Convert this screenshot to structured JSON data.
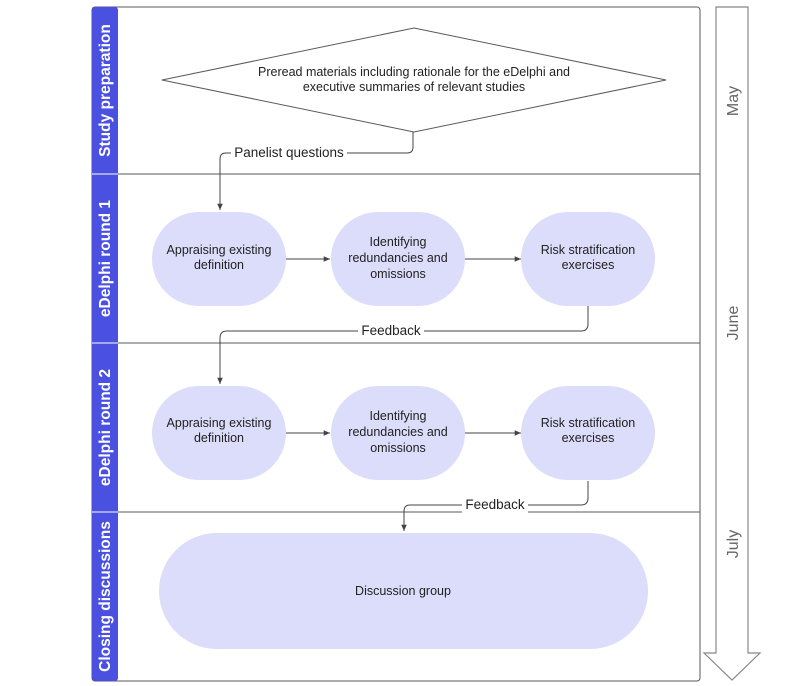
{
  "lanes": [
    {
      "label": "Study preparation"
    },
    {
      "label": "eDelphi round 1"
    },
    {
      "label": "eDelphi round 2"
    },
    {
      "label": "Closing discussions"
    }
  ],
  "nodes": {
    "preread": [
      "Preread materials including rationale for the eDelphi and",
      "executive summaries of relevant studies"
    ],
    "r1_appraise": [
      "Appraising existing",
      "definition"
    ],
    "r1_identify": [
      "Identifying",
      "redundancies and",
      "omissions"
    ],
    "r1_risk": [
      "Risk stratification",
      "exercises"
    ],
    "r2_appraise": [
      "Appraising existing",
      "definition"
    ],
    "r2_identify": [
      "Identifying",
      "redundancies and",
      "omissions"
    ],
    "r2_risk": [
      "Risk stratification",
      "exercises"
    ],
    "discussion": [
      "Discussion group"
    ]
  },
  "edges": {
    "panelist": "Panelist questions",
    "feedback1": "Feedback",
    "feedback2": "Feedback"
  },
  "timeline": {
    "months": [
      "May",
      "June",
      "July"
    ]
  },
  "colors": {
    "lane_header": "#4a50e0",
    "node_fill": "#dcdcfb",
    "border": "#5a5a5a"
  }
}
